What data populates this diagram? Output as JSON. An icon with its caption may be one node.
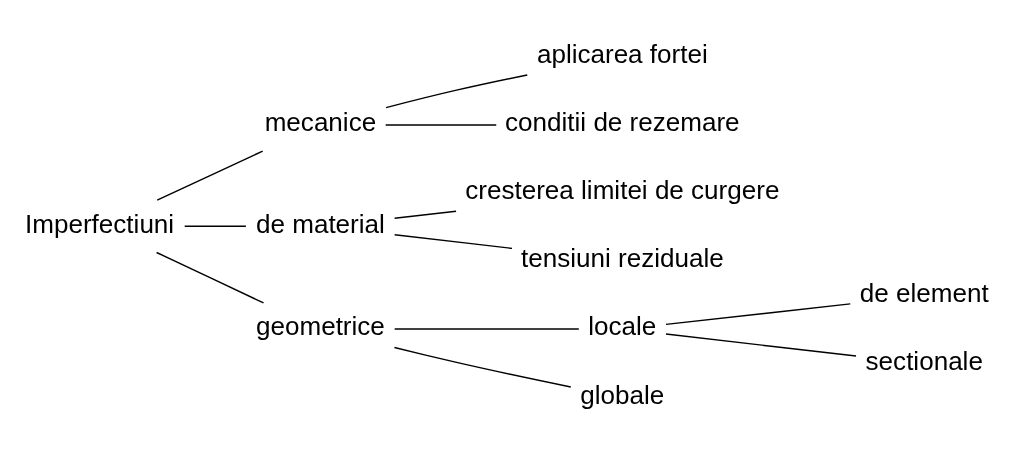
{
  "diagram": {
    "nodes": [
      {
        "text": [
          "Imperfectiuni"
        ]
      },
      {
        "text": [
          "mecanice"
        ]
      },
      {
        "text": [
          "aplicarea fortei"
        ]
      },
      {
        "text": [
          "conditii de rezemare"
        ]
      },
      {
        "text": [
          "de material"
        ]
      },
      {
        "text": [
          "cresterea limitei de curgere"
        ]
      },
      {
        "text": [
          "tensiuni reziduale"
        ]
      },
      {
        "text": [
          "geometrice"
        ]
      },
      {
        "text": [
          "locale"
        ]
      },
      {
        "text": [
          "de element"
        ]
      },
      {
        "text": [
          "sectionale"
        ]
      },
      {
        "text": [
          "globale"
        ]
      }
    ],
    "edges": [
      {
        "from": 0,
        "to": 1,
        "arrow": "none"
      },
      {
        "from": 0,
        "to": 4,
        "arrow": "none"
      },
      {
        "from": 0,
        "to": 7,
        "arrow": "none"
      },
      {
        "from": 1,
        "to": 2,
        "arrow": "none"
      },
      {
        "from": 1,
        "to": 3,
        "arrow": "none"
      },
      {
        "from": 4,
        "to": 5,
        "arrow": "none"
      },
      {
        "from": 4,
        "to": 6,
        "arrow": "none"
      },
      {
        "from": 7,
        "to": 8,
        "arrow": "none"
      },
      {
        "from": 7,
        "to": 11,
        "arrow": "none"
      },
      {
        "from": 8,
        "to": 9,
        "arrow": "none"
      },
      {
        "from": 8,
        "to": 10,
        "arrow": "none"
      }
    ]
  }
}
